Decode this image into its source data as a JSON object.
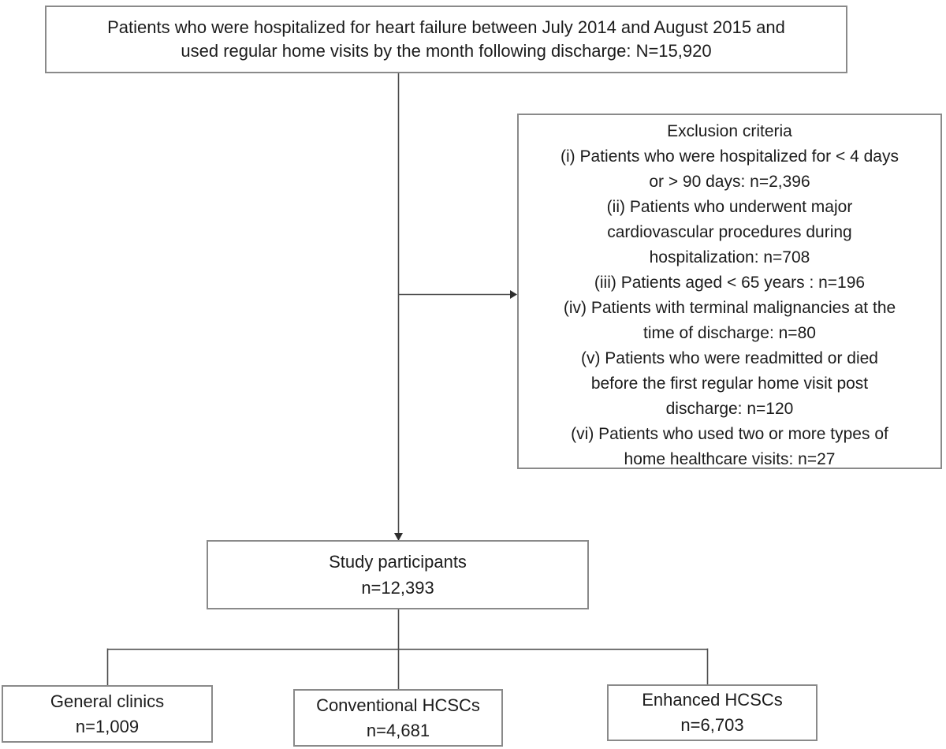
{
  "flow": {
    "top_box": {
      "text": "Patients who were hospitalized for heart failure between July 2014 and August 2015 and\nused regular home visits by the month following discharge: N=15,920"
    },
    "exclusion": {
      "title": "Exclusion criteria",
      "items": [
        "(i) Patients who were hospitalized for < 4 days\nor > 90 days: n=2,396",
        "(ii) Patients who underwent major\ncardiovascular procedures during\nhospitalization: n=708",
        "(iii) Patients aged < 65 years : n=196",
        "(iv) Patients with terminal malignancies at the\ntime of discharge: n=80",
        "(v)  Patients who were readmitted or died\nbefore the first regular home visit post\ndischarge: n=120",
        "(vi) Patients who used two or more types of\nhome healthcare visits: n=27"
      ]
    },
    "study": {
      "label": "Study participants",
      "n": "n=12,393"
    },
    "groups": [
      {
        "label": "General clinics",
        "n": "n=1,009"
      },
      {
        "label": "Conventional HCSCs",
        "n": "n=4,681"
      },
      {
        "label": "Enhanced HCSCs",
        "n": "n=6,703"
      }
    ],
    "colors": {
      "box_border": "#8a8a8a",
      "connector": "#4d4d4d",
      "text": "#1c1c1c",
      "background": "#ffffff"
    }
  }
}
